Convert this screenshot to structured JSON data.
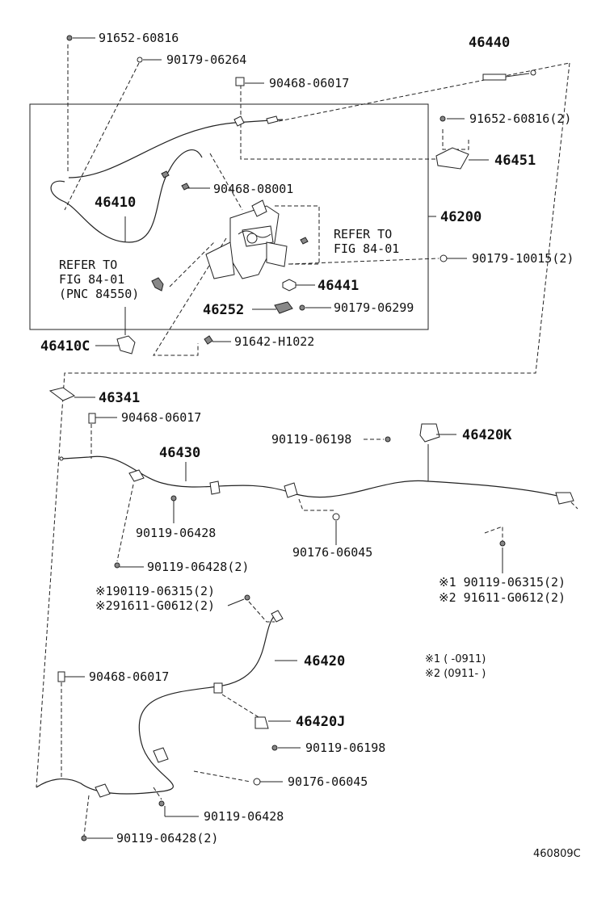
{
  "diagram": {
    "labels": {
      "p91652_60816_top": "91652-60816",
      "p90179_06264": "90179-06264",
      "p46440": "46440",
      "p90468_06017_a": "90468-06017",
      "p91652_60816_2": "91652-60816(2)",
      "p46451": "46451",
      "p46410": "46410",
      "p90468_08001": "90468-08001",
      "p46200": "46200",
      "refer_to_1": "REFER TO",
      "refer_fig_1": "FIG 84-01",
      "refer_to_2": "REFER TO",
      "refer_fig_2": "FIG 84-01",
      "refer_pnc": "(PNC 84550)",
      "p90179_10015": "90179-10015(2)",
      "p46441": "46441",
      "p46252": "46252",
      "p90179_06299": "90179-06299",
      "p46410C": "46410C",
      "p91642_H1022": "91642-H1022",
      "p46341": "46341",
      "p90468_06017_b": "90468-06017",
      "p90119_06198_a": "90119-06198",
      "p46420K": "46420K",
      "p46430": "46430",
      "p90119_06428_a": "90119-06428",
      "p90176_06045_a": "90176-06045",
      "p90119_06428_2a": "90119-06428(2)",
      "p_m1_left": "※190119-06315(2)",
      "p_m2_left": "※291611-G0612(2)",
      "p_m1_right": "※1 90119-06315(2)",
      "p_m2_right": "※2 91611-G0612(2)",
      "p46420": "46420",
      "note1": "※1 (   -0911)",
      "note2": "※2 (0911-   )",
      "p90468_06017_c": "90468-06017",
      "p46420J": "46420J",
      "p90119_06198_b": "90119-06198",
      "p90176_06045_b": "90176-06045",
      "p90119_06428_b": "90119-06428",
      "p90119_06428_2b": "90119-06428(2)",
      "figure_code": "460809C"
    }
  }
}
